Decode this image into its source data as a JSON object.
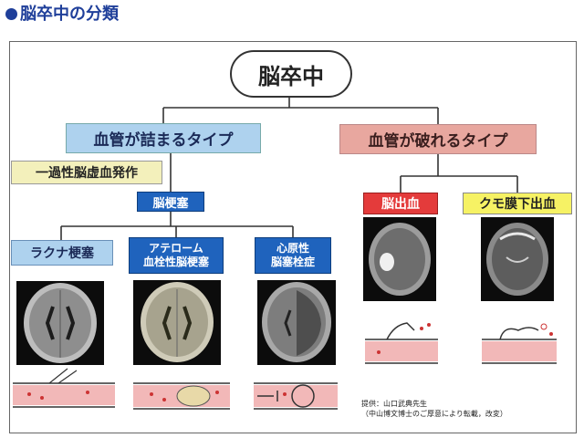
{
  "page": {
    "title": "脳卒中の分類"
  },
  "root": {
    "label": "脳卒中"
  },
  "blocked_type": {
    "label": "血管が詰まるタイプ"
  },
  "rupture_type": {
    "label": "血管が破れるタイプ"
  },
  "tia": {
    "label": "一過性脳虚血発作"
  },
  "infarct": {
    "label": "脳梗塞"
  },
  "lacunar": {
    "label": "ラクナ梗塞"
  },
  "athero": {
    "line1": "アテローム",
    "line2": "血栓性脳梗塞"
  },
  "cardio": {
    "line1": "心原性",
    "line2": "脳塞栓症"
  },
  "ich": {
    "label": "脳出血"
  },
  "sah": {
    "label": "クモ膜下出血"
  },
  "credit": {
    "line1": "提供：山口武典先生",
    "line2": "（中山博文博士のご厚意により転載，改変）"
  }
}
